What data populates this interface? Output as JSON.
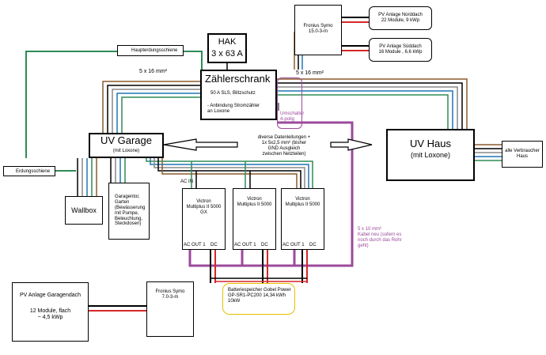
{
  "hak": {
    "title": "HAK",
    "rating": "3 x 63 A"
  },
  "zaehler": {
    "title": "Zählerschrank",
    "line1": "50 A SLS, Blitzschutz",
    "line2": "- Anbindung Stromzähler\nan Loxone"
  },
  "fronius_top": {
    "title": "Fronius Symo\n15.0-3-m"
  },
  "pv_nord": {
    "label": "PV Anlage Norddach\n22 Module, 9 kWp"
  },
  "pv_sued": {
    "label": "PV Anlage Süddach\n16 Module , 6,6 kWp"
  },
  "haupterdung": {
    "label": "Haupterdungsschiene"
  },
  "erdung": {
    "label": "Erdungsschiene"
  },
  "cable_left": {
    "label": "5 x 16 mm²"
  },
  "cable_right": {
    "label": "5 x 16 mm²"
  },
  "umschalter": {
    "label": "Umschalter\n4-polig"
  },
  "uv_garage": {
    "title": "UV Garage",
    "subtitle": "(mit Loxone)"
  },
  "uv_haus": {
    "title": "UV Haus",
    "subtitle": "(mit Loxone)"
  },
  "datenleitungen": {
    "label": "diverse Datenleitungen +\n1x 5x2,5 mm² (bisher\nGND Ausgleich\nzwischen Netzteilen)"
  },
  "verbraucher": {
    "label": "alle Verbraucher\nHaus"
  },
  "wallbox": {
    "label": "Wallbox"
  },
  "garagentor": {
    "label": "Garagentor,\nGarten\n(Bewässerung\nmit Pumpe,\nBeleuchtung,\nSteckdosen)"
  },
  "ac_in": {
    "label": "AC IN"
  },
  "victron1": {
    "title": "Victron\nMultiplus II 5000\nGX",
    "ac_out": "AC OUT 1",
    "dc": "DC"
  },
  "victron2": {
    "title": "Victron\nMultiplus II 5000",
    "ac_out": "AC OUT 1",
    "dc": "DC"
  },
  "victron3": {
    "title": "Victron\nMultiplus II 5000",
    "ac_out": "AC OUT 1",
    "dc": "DC"
  },
  "kabel_neu": {
    "label": "5 x 10 mm²\nKabel neu (sofern es\nnoch durch das Rohr\ngeht)"
  },
  "batterie": {
    "label": "Batteriespeicher Gobel Power\nGP-SR1-PC200 14,34 kWh\n10kW"
  },
  "pv_garage": {
    "title": "PV Anlage Garagendach",
    "line1": "12 Module, flach\n~ 4,5 kWp"
  },
  "fronius_bottom": {
    "title": "Fronius Symo\n7.0-3-m"
  },
  "colors": {
    "brown": "#8b5a2b",
    "black": "#000000",
    "grey": "#888888",
    "blue": "#1f77b4",
    "green": "#2e8b57",
    "red": "#d62728",
    "purple": "#9b4a9b",
    "yellow": "#e8c000"
  }
}
